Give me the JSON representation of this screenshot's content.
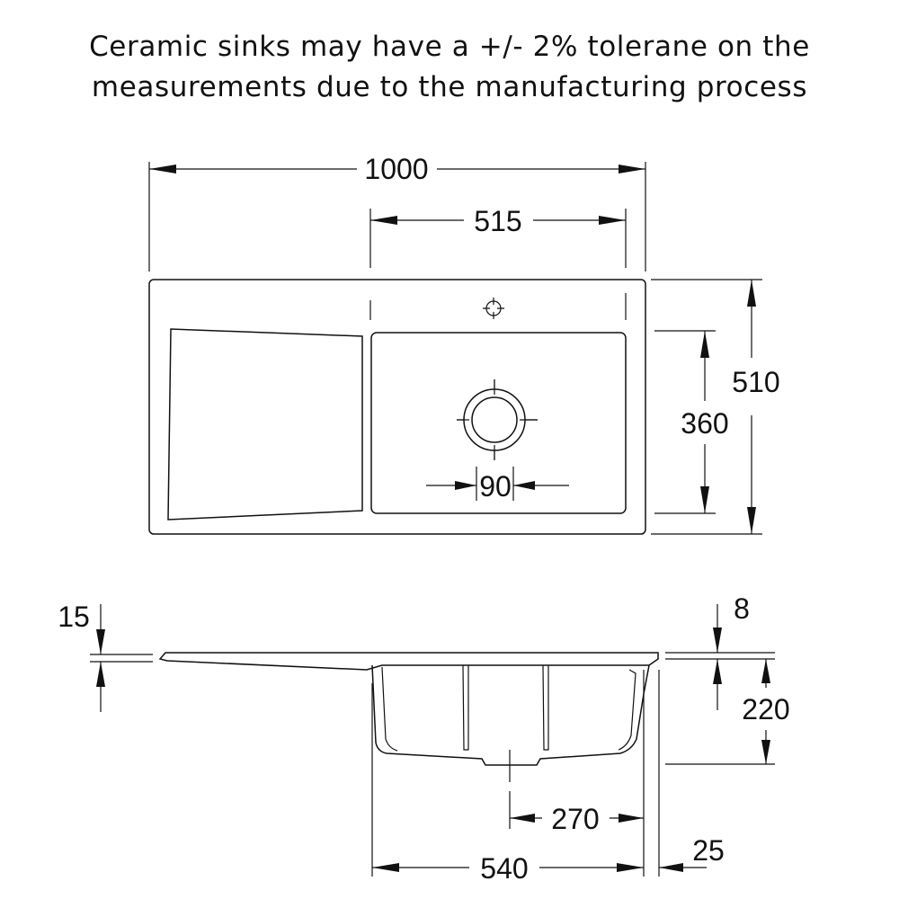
{
  "note": {
    "line1": "Ceramic sinks may have a +/- 2% tolerane on the",
    "line2": "measurements due to the manufacturing process"
  },
  "dimensions": {
    "overall_length": "1000",
    "bowl_centre_span": "515",
    "overall_width": "510",
    "bowl_width": "360",
    "waste_diameter": "90",
    "drainer_rim": "15",
    "rim_thickness": "8",
    "bowl_depth": "220",
    "waste_offset": "270",
    "bowl_length": "540",
    "rim_overhang": "25"
  },
  "colors": {
    "line": "#111111",
    "background": "#ffffff"
  }
}
